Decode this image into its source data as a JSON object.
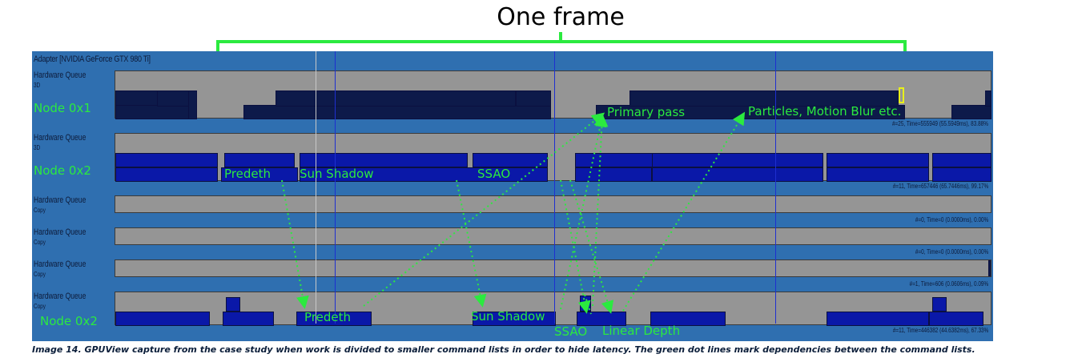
{
  "title": "One frame",
  "adapter_label": "Adapter [NVIDIA GeForce GTX 980 Ti]",
  "rows": [
    {
      "queue": "Hardware Queue",
      "type": "3D",
      "node": "Node 0x1",
      "stats": "#=25, Time=555949 (55.5949ms), 83.88%"
    },
    {
      "queue": "Hardware Queue",
      "type": "3D",
      "node": "Node 0x2",
      "stats": "#=11, Time=657446 (65.7446ms), 99.17%"
    },
    {
      "queue": "Hardware Queue",
      "type": "Copy",
      "node": "",
      "stats": "#=0, Time=0 (0.0000ms), 0.00%"
    },
    {
      "queue": "Hardware Queue",
      "type": "Copy",
      "node": "",
      "stats": "#=0, Time=0 (0.0000ms), 0.00%"
    },
    {
      "queue": "Hardware Queue",
      "type": "Copy",
      "node": "",
      "stats": "#=1, Time=606 (0.0606ms), 0.09%"
    },
    {
      "queue": "Hardware Queue",
      "type": "Copy",
      "node": "Node 0x2",
      "stats": "#=11, Time=446382 (44.6382ms), 67.33%"
    }
  ],
  "annotations": {
    "primary_pass": "Primary pass",
    "particles": "Particles, Motion Blur etc.",
    "predeth_top": "Predeth",
    "sun_shadow_top": "Sun Shadow",
    "ssao_top": "SSAO",
    "predeth_bottom": "Predeth",
    "sun_shadow_bottom": "Sun Shadow",
    "ssao_bottom": "SSAO",
    "linear_depth": "Linear Depth"
  },
  "caption": "Image 14. GPUView capture from the case study when work is divided to smaller command lists in order to hide latency. The green dot lines mark dependencies between the command lists.",
  "colors": {
    "annotation": "#2bea3f",
    "panel": "#2f6fb0",
    "lane": "#959595",
    "block_blue": "#0a18a8",
    "block_dark": "#0d1a4a"
  }
}
